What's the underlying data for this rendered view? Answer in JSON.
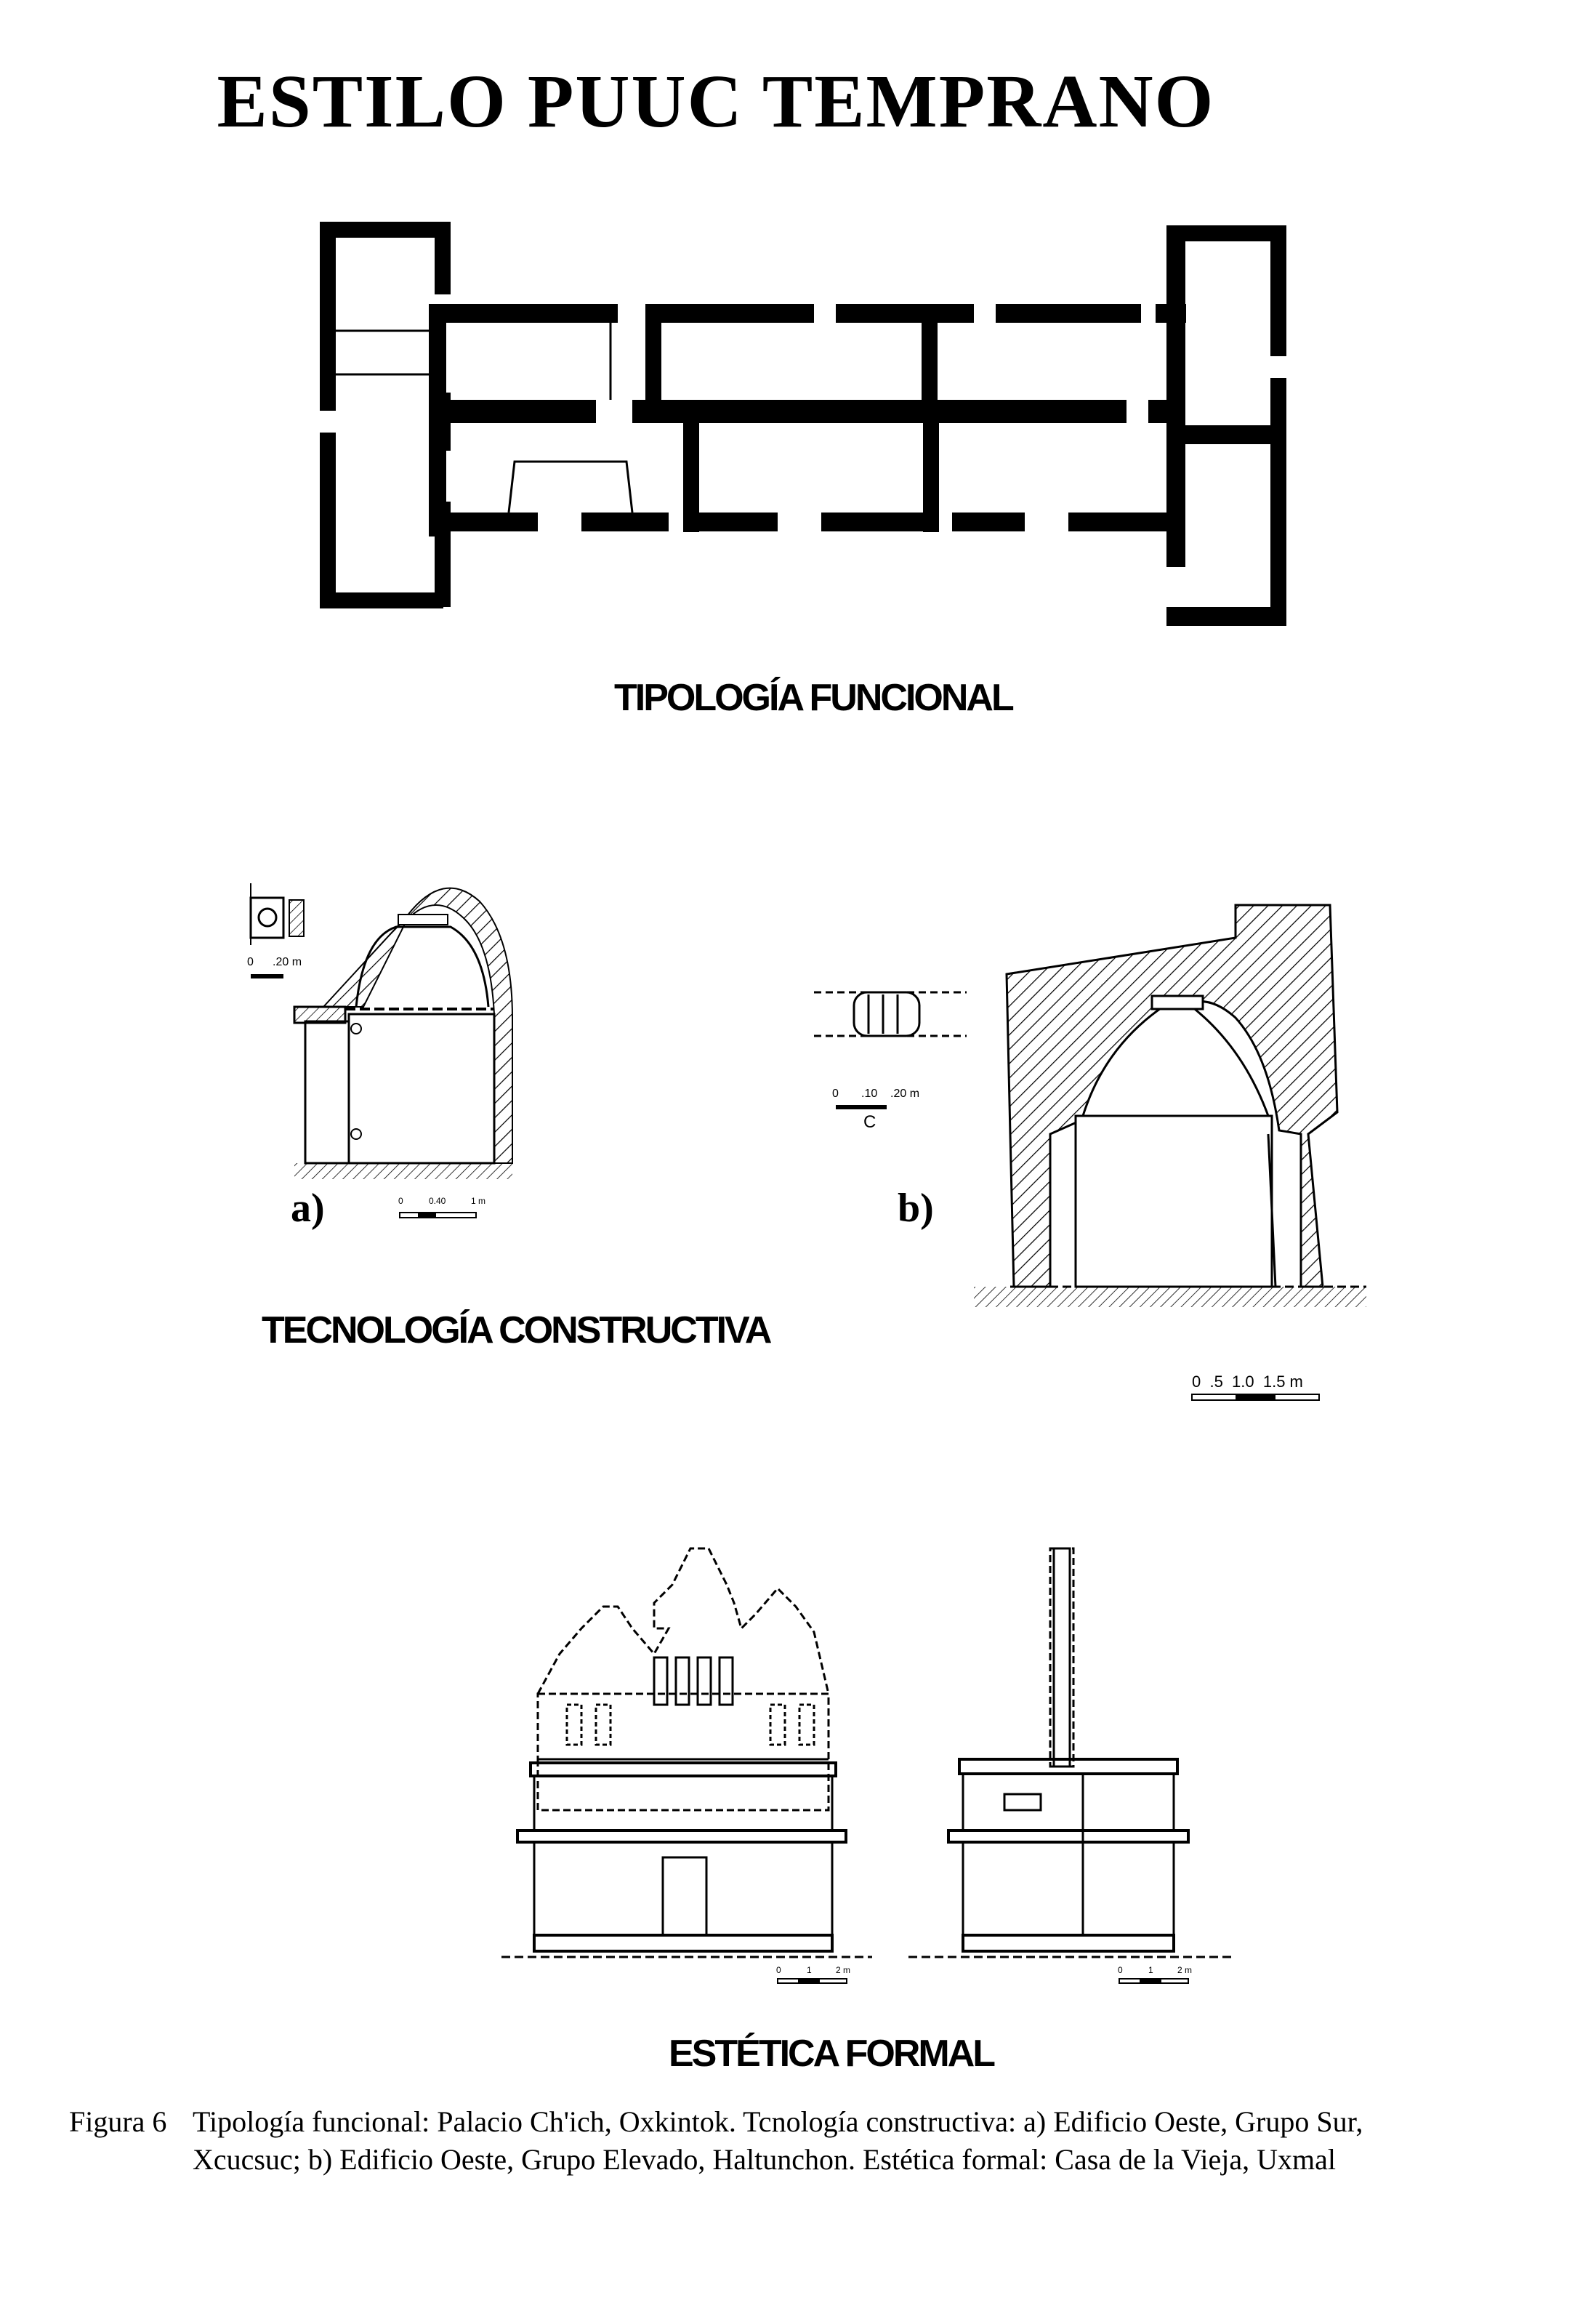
{
  "title": "ESTILO PUUC TEMPRANO",
  "sections": {
    "functional": "TIPOLOGÍA FUNCIONAL",
    "construction": "TECNOLOGÍA CONSTRUCTIVA",
    "aesthetic": "ESTÉTICA FORMAL"
  },
  "panels": {
    "a_label": "a)",
    "b_label": "b)",
    "c_label": "C"
  },
  "scales": {
    "a_detail": [
      "0",
      ".20 m"
    ],
    "a_main": [
      "0",
      "0.40",
      "1 m"
    ],
    "c_detail": [
      "0",
      ".10",
      ".20 m"
    ],
    "b_main": "0  .5  1.0  1.5 m",
    "elev_left": [
      "0",
      "1",
      "2 m"
    ],
    "elev_right": [
      "0",
      "1",
      "2 m"
    ]
  },
  "caption": {
    "figure": "Figura 6",
    "line1": "Tipología funcional: Palacio Ch'ich, Oxkintok.  Tcnología constructiva: a) Edificio Oeste, Grupo Sur,",
    "line2": "Xcucsuc; b) Edificio Oeste, Grupo Elevado, Haltunchon.  Estética formal: Casa de la Vieja, Uxmal"
  }
}
